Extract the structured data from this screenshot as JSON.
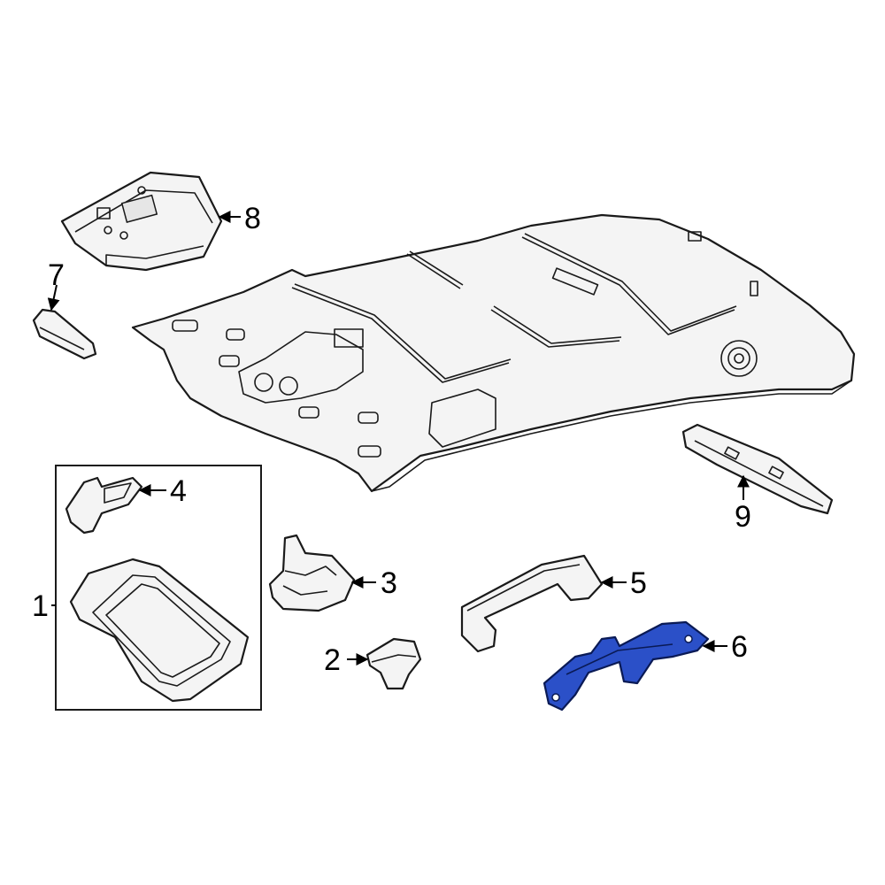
{
  "diagram": {
    "callouts": [
      {
        "id": "1",
        "label": "1"
      },
      {
        "id": "2",
        "label": "2"
      },
      {
        "id": "3",
        "label": "3"
      },
      {
        "id": "4",
        "label": "4"
      },
      {
        "id": "5",
        "label": "5"
      },
      {
        "id": "6",
        "label": "6"
      },
      {
        "id": "7",
        "label": "7"
      },
      {
        "id": "8",
        "label": "8"
      },
      {
        "id": "9",
        "label": "9"
      }
    ],
    "highlighted_part": "6",
    "colors": {
      "highlight": "#2b50c8",
      "outline": "#1a1a1a",
      "part_fill": "#f4f4f4",
      "background": "#ffffff"
    }
  }
}
